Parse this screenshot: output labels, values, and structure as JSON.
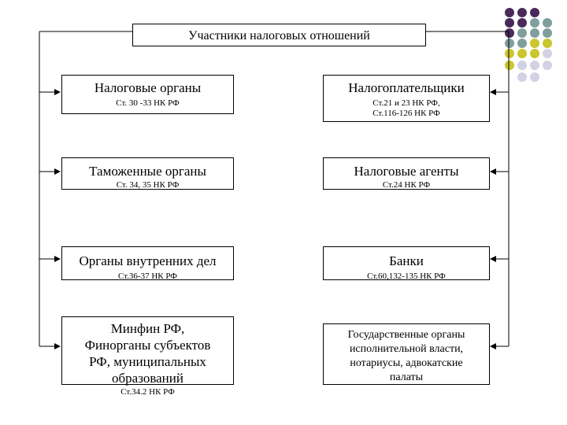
{
  "root": {
    "label": "Участники налоговых отношений"
  },
  "left": [
    {
      "title": "Налоговые органы",
      "ref": "Ст. 30 -33 НК РФ"
    },
    {
      "title": "Таможенные органы",
      "ref": "Ст. 34, 35 НК РФ"
    },
    {
      "title": "Органы внутренних дел",
      "ref": "Ст.36-37 НК РФ"
    },
    {
      "title_lines": [
        "Минфин РФ,",
        "Финорганы субъектов",
        "РФ, муниципальных",
        "образований"
      ],
      "ref": "Ст.34.2 НК РФ"
    }
  ],
  "right": [
    {
      "title": "Налогоплательщики",
      "ref_lines": [
        "Ст.21 и 23 НК РФ,",
        "Ст.116-126 НК РФ"
      ]
    },
    {
      "title": "Налоговые агенты",
      "ref": "Ст.24 НК РФ"
    },
    {
      "title": "Банки",
      "ref": "Ст.60,132-135 НК РФ"
    },
    {
      "title_lines": [
        "Государственные органы",
        "исполнительной власти,",
        "нотариусы, адвокатские",
        "палаты"
      ]
    }
  ],
  "colors": {
    "purple": "#4a2a5a",
    "teal": "#7f9f9c",
    "olive": "#c9c62e",
    "lavender": "#d3d1e4",
    "line": "#000000"
  }
}
